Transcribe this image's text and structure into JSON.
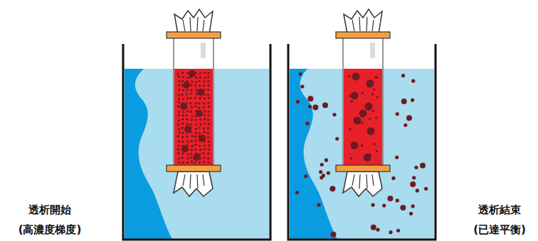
{
  "diagram": {
    "labels": [
      "透析開始",
      "(高濃度梯度)",
      "透析結束",
      "(已達平衡)"
    ]
  }
}
